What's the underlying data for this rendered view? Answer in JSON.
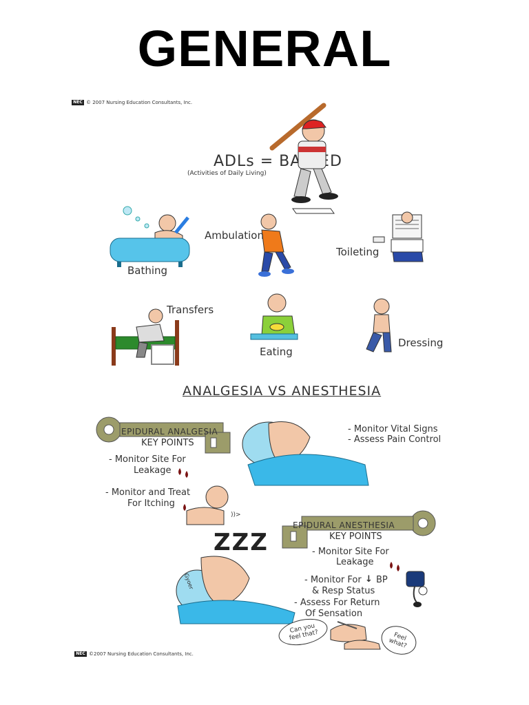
{
  "page_title": "GENERAL",
  "copyright_top": "© 2007 Nursing Education Consultants, Inc.",
  "copyright_bottom": "©2007 Nursing Education Consultants, Inc.",
  "logo_text": "NEC",
  "adl": {
    "title": "ADLs = BATTED",
    "subtitle": "(Activities of Daily Living)",
    "items": {
      "bathing": "Bathing",
      "ambulation": "Ambulation",
      "toileting": "Toileting",
      "transfers": "Transfers",
      "eating": "Eating",
      "dressing": "Dressing"
    }
  },
  "section_title": "ANALGESIA VS ANESTHESIA",
  "analgesia": {
    "key_label": "EPIDURAL ANALGESIA",
    "key_points": "KEY POINTS",
    "points": [
      "- Monitor Site For",
      "Leakage",
      "- Monitor and Treat",
      "For Itching"
    ],
    "right_notes": [
      "- Monitor Vital Signs",
      "- Assess Pain Control"
    ]
  },
  "anesthesia": {
    "key_label": "EPIDURAL ANESTHESIA",
    "key_points": "KEY POINTS",
    "points": [
      "- Monitor Site For",
      "Leakage",
      "- Monitor For",
      "BP",
      "& Resp Status",
      "- Assess For Return",
      "Of Sensation"
    ],
    "zzz": "ZZZ",
    "bubble_left": "Can you feel that?",
    "bubble_right": "Feel what?"
  },
  "artist_signature": "Gyoer"
}
